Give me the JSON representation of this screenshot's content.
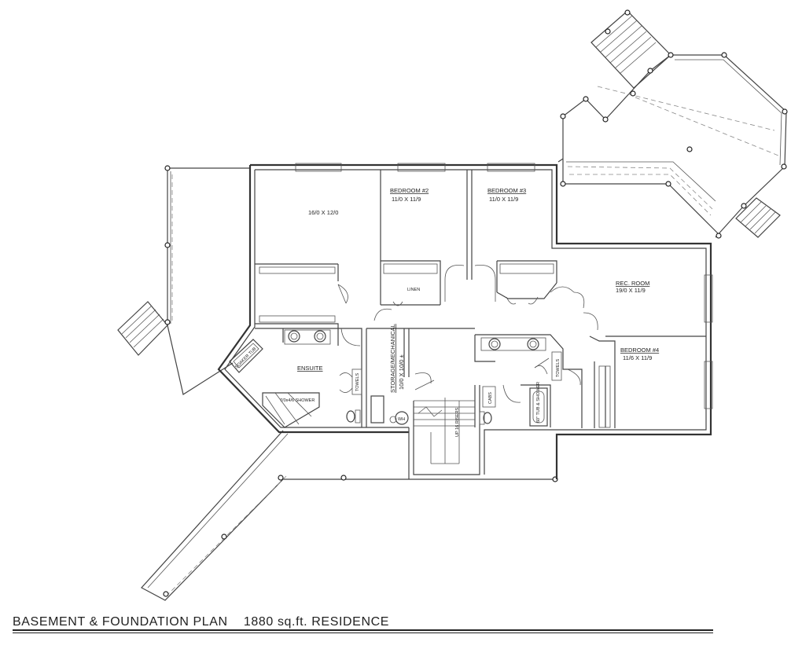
{
  "labels": {
    "room_top_left_dim": "16/0 X 12/0",
    "bedroom2_name": "BEDROOM #2",
    "bedroom2_dim": "11/0 X 11/9",
    "bedroom3_name": "BEDROOM #3",
    "bedroom3_dim": "11/0 X 11/9",
    "rec_room_name": "REC. ROOM",
    "rec_room_dim": "19/0 X 11/9",
    "bedroom4_name": "BEDROOM #4",
    "bedroom4_dim": "11/6 X 11/9",
    "ensuite": "ENSUITE",
    "soaker_tub": "SOAKER TUB",
    "shower": "7/0x4/6 SHOWER",
    "towels_left": "TOWELS",
    "towels_right": "TOWELS",
    "linen": "LINEN",
    "storage": "STORAGE/MECHANICAL",
    "storage_dim": "10/0 X 10/0 ±",
    "water_heater": "WH",
    "stairs": "UP 16 RISERS",
    "cabs": "CABS",
    "tub_shower": "60\" TUB & SHOWER"
  },
  "title": {
    "plan_name": "BASEMENT & FOUNDATION PLAN",
    "area": "1880 sq.ft. RESIDENCE"
  }
}
